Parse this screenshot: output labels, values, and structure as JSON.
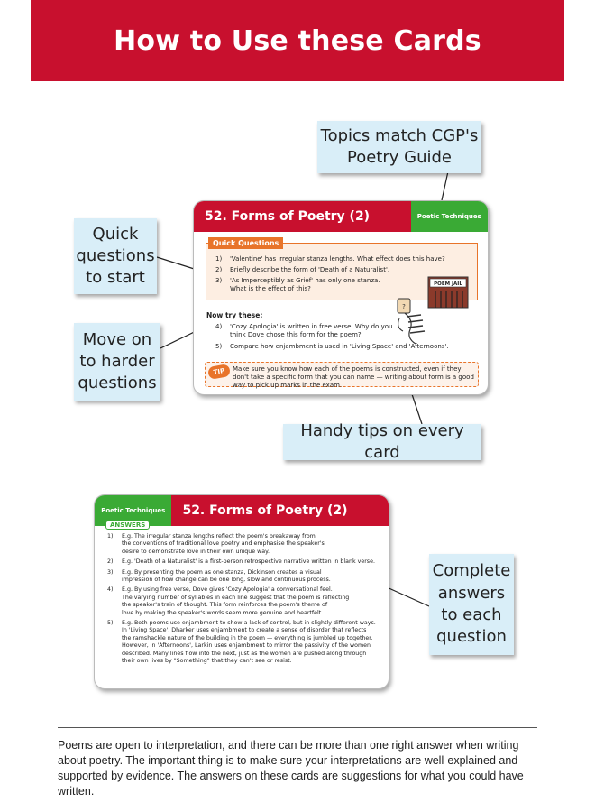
{
  "header": {
    "title": "How to Use these Cards"
  },
  "callouts": {
    "topics": [
      "Topics match CGP's",
      "Poetry Guide"
    ],
    "quick": [
      "Quick",
      "questions",
      "to start"
    ],
    "harder": [
      "Move on",
      "to harder",
      "questions"
    ],
    "tips": [
      "Handy tips on every card"
    ],
    "answers": [
      "Complete",
      "answers",
      "to each",
      "question"
    ]
  },
  "question_card": {
    "title": "52. Forms of Poetry (2)",
    "tag": "Poetic Techniques",
    "quick_label": "Quick Questions",
    "quick_questions": [
      {
        "num": "1)",
        "text": "'Valentine' has irregular stanza lengths.  What effect does this have?"
      },
      {
        "num": "2)",
        "text": "Briefly describe the form of 'Death of a Naturalist'."
      },
      {
        "num": "3)",
        "text": "'As Imperceptibly as Grief' has only one stanza."
      },
      {
        "num": "",
        "text": "What is the effect of this?"
      }
    ],
    "sign": "POEM JAIL",
    "try_label": "Now try these:",
    "try_questions": [
      {
        "num": "4)",
        "text": "'Cozy Apologia' is written in free verse.  Why do you"
      },
      {
        "num": "",
        "text": "think Dove chose this form for the poem?"
      },
      {
        "num": "5)",
        "text": "Compare how enjambment is used in 'Living Space' and 'Afternoons'."
      }
    ],
    "tip_badge": "TIP",
    "tip_text": "Make sure you know how each of the poems is constructed, even if they don't take a specific form that you can name — writing about form is a good way to pick up marks in the exam."
  },
  "answer_card": {
    "tag": "Poetic Techniques",
    "title": "52. Forms of Poetry (2)",
    "answers_label": "ANSWERS",
    "lines": [
      {
        "num": "1)",
        "text": "E.g. The irregular stanza lengths reflect the poem's breakaway from"
      },
      {
        "num": "",
        "text": "the conventions of traditional love poetry and emphasise the speaker's"
      },
      {
        "num": "",
        "text": "desire to demonstrate love in their own unique way."
      },
      {
        "num": "2)",
        "text": "E.g. 'Death of a Naturalist' is a first-person retrospective narrative written in blank verse."
      },
      {
        "num": "3)",
        "text": "E.g. By presenting the poem as one stanza, Dickinson creates a visual"
      },
      {
        "num": "",
        "text": "impression of how change can be one long, slow and continuous process."
      },
      {
        "num": "4)",
        "text": "E.g. By using free verse, Dove gives 'Cozy Apologia' a conversational feel."
      },
      {
        "num": "",
        "text": "The varying number of syllables in each line suggest that the poem is reflecting"
      },
      {
        "num": "",
        "text": "the speaker's train of thought.  This form reinforces the poem's theme of"
      },
      {
        "num": "",
        "text": "love by making the speaker's words seem more genuine and heartfelt."
      },
      {
        "num": "5)",
        "text": "E.g. Both poems use enjambment to show a lack of control, but in slightly different ways."
      },
      {
        "num": "",
        "text": "In 'Living Space', Dharker uses enjambment to create a sense of disorder that reflects"
      },
      {
        "num": "",
        "text": "the ramshackle nature of the building in the poem — everything is jumbled up together."
      },
      {
        "num": "",
        "text": "However, in 'Afternoons', Larkin uses enjambment to mirror the passivity of the women"
      },
      {
        "num": "",
        "text": "described.  Many lines flow into the next, just as the women are pushed along through"
      },
      {
        "num": "",
        "text": "their own lives by \"Something\" that they can't see or resist."
      }
    ]
  },
  "footer": {
    "note": "Poems are open to interpretation, and there can be more than one right answer when writing about poetry.  The important thing is to make sure your interpretations are well-explained and supported by evidence.  The answers on these cards are suggestions for what you could have written."
  },
  "colors": {
    "brand_red": "#c8102e",
    "green": "#3aaa35",
    "orange": "#e8742a",
    "callout_blue": "#d9eef8"
  }
}
